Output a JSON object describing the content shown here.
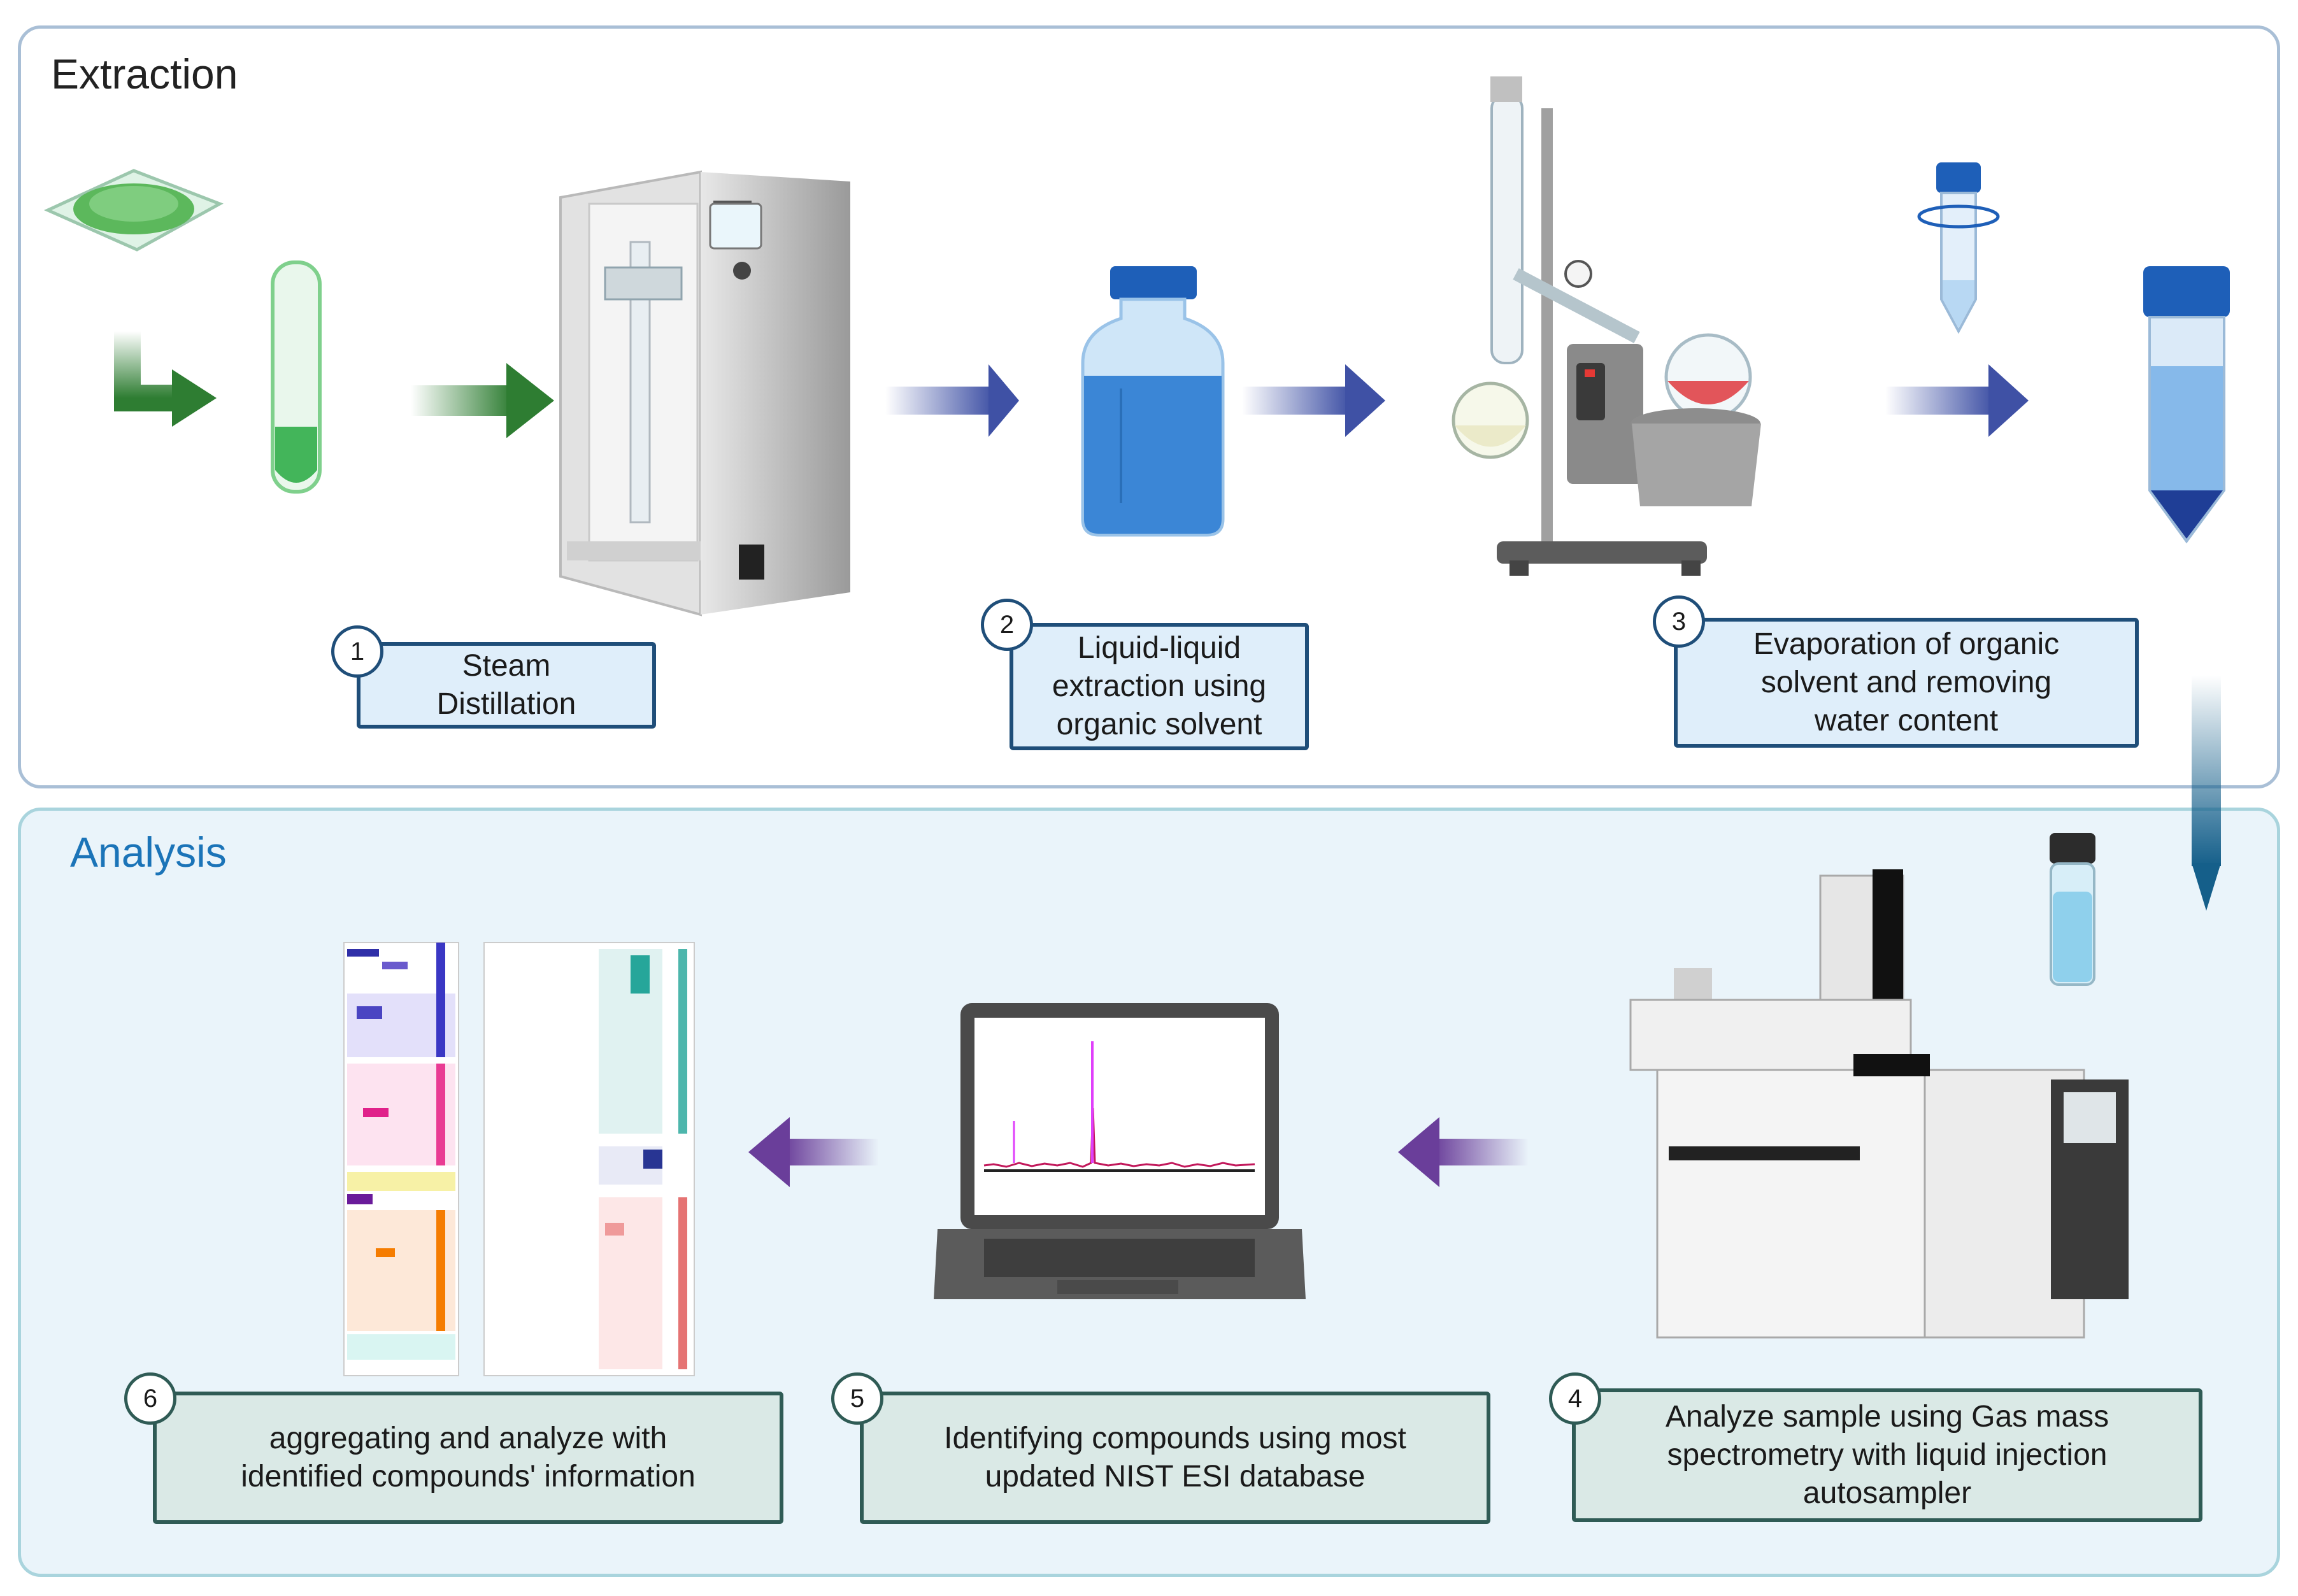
{
  "panels": {
    "extraction": {
      "title": "Extraction"
    },
    "analysis": {
      "title": "Analysis"
    }
  },
  "steps": [
    {
      "number": "1",
      "label": "Steam\nDistillation"
    },
    {
      "number": "2",
      "label": "Liquid-liquid\nextraction using\norganic solvent"
    },
    {
      "number": "3",
      "label": "Evaporation of organic\nsolvent and removing\nwater content"
    },
    {
      "number": "4",
      "label": "Analyze sample using Gas mass\nspectrometry with liquid injection\nautosampler"
    },
    {
      "number": "5",
      "label": "Identifying compounds using most\nupdated NIST ESI database"
    },
    {
      "number": "6",
      "label": "aggregating and analyze with\nidentified compounds' information"
    }
  ],
  "icons": [
    "plant-powder-tray-icon",
    "green-sample-tube-icon",
    "steam-distillation-unit-icon",
    "solvent-bottle-icon",
    "rotary-evaporator-icon",
    "small-centrifuge-tube-icon",
    "centrifuge-tube-icon",
    "sample-vial-icon",
    "gc-ms-instrument-icon",
    "laptop-spectrum-icon",
    "heatmap-results-icon"
  ],
  "colors": {
    "green_arrow": "#2e7d32",
    "blue_arrow": "#3f51a5",
    "purple_arrow": "#6a3e9a",
    "teal_down_arrow": "#155f8a",
    "box_border_blue": "#1f4e79",
    "box_fill_blue": "#dfeefa",
    "box_fill_green": "#dae9e6"
  }
}
